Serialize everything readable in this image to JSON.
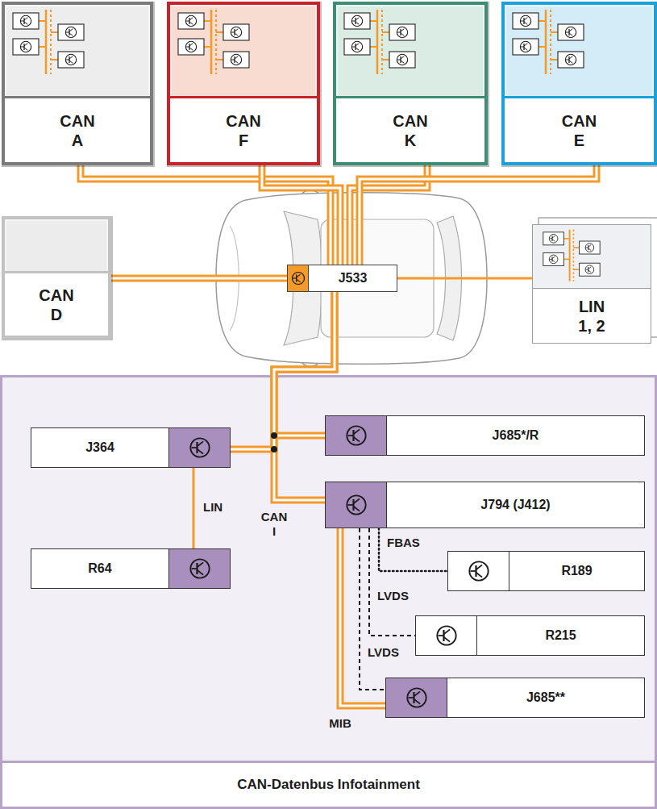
{
  "diagram": {
    "nodes": [
      {
        "text": [
          "CAN A"
        ]
      },
      {
        "text": [
          "CAN F"
        ]
      },
      {
        "text": [
          "CAN K"
        ]
      },
      {
        "text": [
          "CAN E"
        ]
      },
      {
        "text": [
          "CAN D"
        ]
      },
      {
        "text": [
          "J533"
        ]
      },
      {
        "text": [
          "LIN 1, 2"
        ]
      },
      {
        "text": [
          "CAN-Datenbus Infotainment"
        ]
      },
      {
        "text": [
          "J364"
        ],
        "in": 7
      },
      {
        "text": [
          "J685*/R"
        ],
        "in": 7
      },
      {
        "text": [
          "J794 (J412)"
        ],
        "in": 7
      },
      {
        "text": [
          "R64"
        ],
        "in": 7
      },
      {
        "text": [
          "R189"
        ],
        "in": 7
      },
      {
        "text": [
          "R215"
        ],
        "in": 7
      },
      {
        "text": [
          "J685**"
        ],
        "in": 7
      }
    ],
    "edges": [
      {
        "from": 0,
        "to": 5,
        "arrow": "none"
      },
      {
        "from": 1,
        "to": 5,
        "arrow": "none"
      },
      {
        "from": 2,
        "to": 5,
        "arrow": "none"
      },
      {
        "from": 3,
        "to": 5,
        "arrow": "none"
      },
      {
        "from": 4,
        "to": 5,
        "arrow": "none"
      },
      {
        "from": 5,
        "to": 6,
        "arrow": "none"
      },
      {
        "from": 5,
        "to": 8,
        "arrow": "none"
      },
      {
        "from": 5,
        "to": 9,
        "arrow": "none"
      },
      {
        "from": 5,
        "to": 10,
        "arrow": "none"
      },
      {
        "from": 8,
        "to": 11,
        "label": "LIN",
        "arrow": "none"
      },
      {
        "from": 10,
        "to": 12,
        "label": "FBAS",
        "arrow": "none"
      },
      {
        "from": 10,
        "to": 13,
        "label": "LVDS",
        "arrow": "none"
      },
      {
        "from": 10,
        "to": 14,
        "label": "LVDS",
        "arrow": "none"
      },
      {
        "from": 10,
        "to": 14,
        "label": "MIB",
        "arrow": "none"
      }
    ],
    "labels": [
      "CAN I"
    ]
  }
}
